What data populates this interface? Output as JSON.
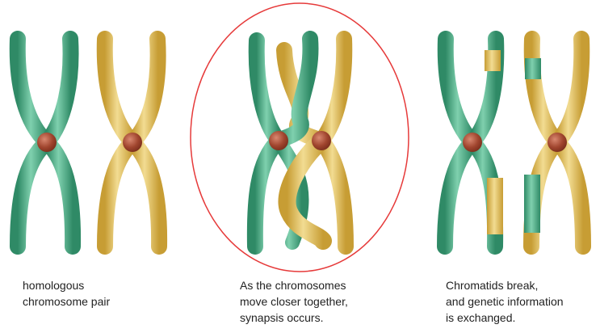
{
  "colors": {
    "green": "#3f9f79",
    "green_highlight": "#8fdcbc",
    "yellow": "#d6b14c",
    "yellow_highlight": "#f4df9a",
    "centromere": "#a0452e",
    "centromere_highlight": "#d98870",
    "circle": "#e63a3a"
  },
  "stages": [
    {
      "caption": "homologous\nchromosome pair",
      "state": "separate"
    },
    {
      "caption": "As the chromosomes\nmove closer together,\nsynapsis occurs.",
      "state": "synapsis",
      "highlighted": true
    },
    {
      "caption": "Chromatids break,\nand genetic information\nis exchanged.",
      "state": "crossing-over"
    }
  ]
}
